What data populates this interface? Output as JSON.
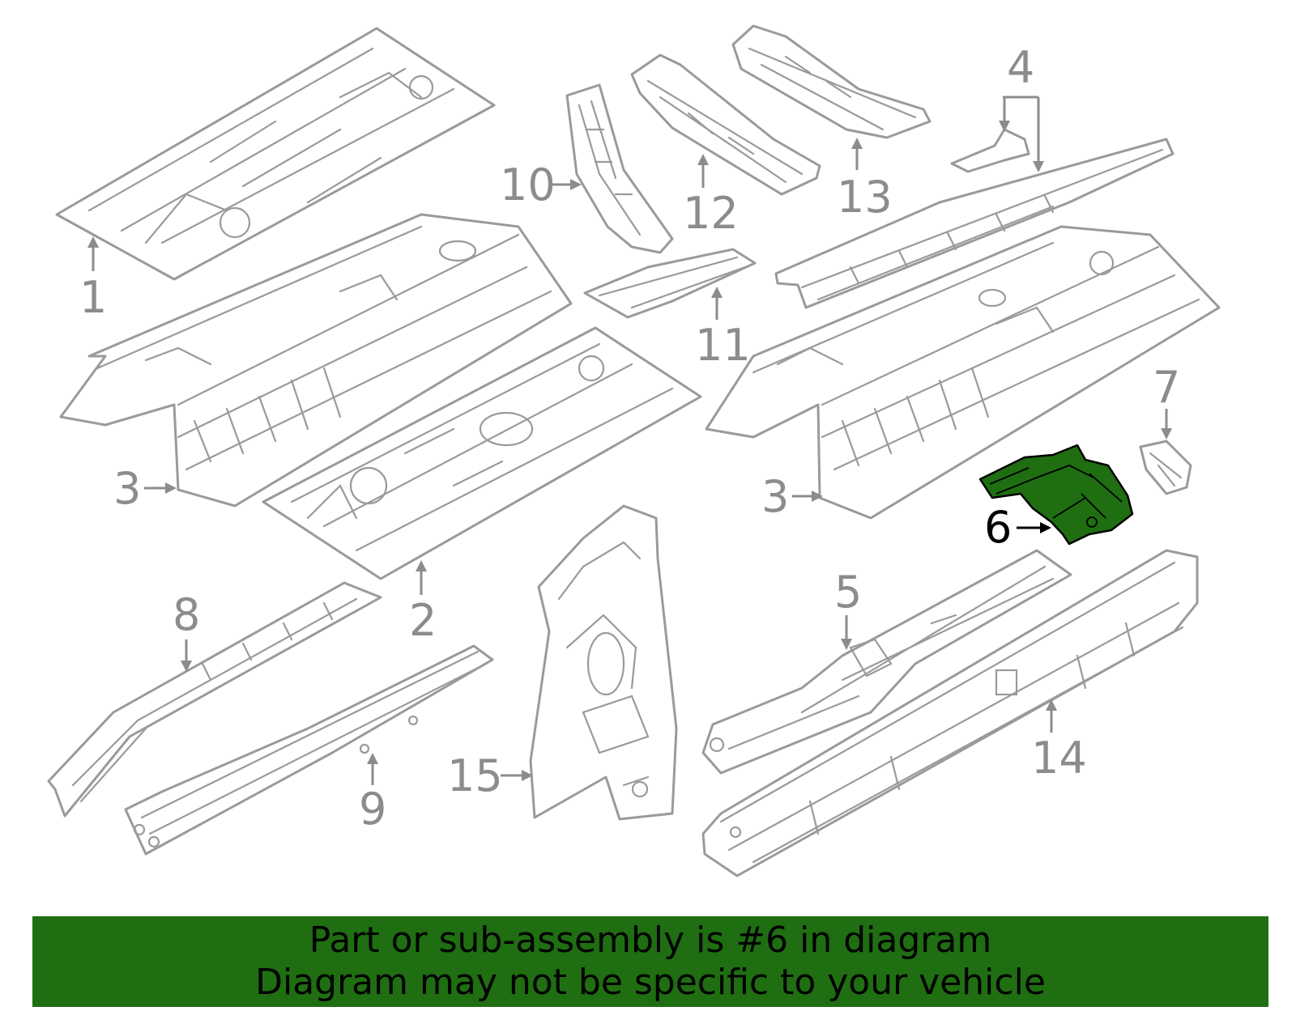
{
  "diagram": {
    "highlighted_part": "6",
    "highlight_color": "#1f6e12",
    "part_color": "#9a9a9a",
    "callouts": [
      {
        "id": "c1",
        "label": "1"
      },
      {
        "id": "c2",
        "label": "2"
      },
      {
        "id": "c3a",
        "label": "3"
      },
      {
        "id": "c3b",
        "label": "3"
      },
      {
        "id": "c4",
        "label": "4"
      },
      {
        "id": "c5",
        "label": "5"
      },
      {
        "id": "c6",
        "label": "6"
      },
      {
        "id": "c7",
        "label": "7"
      },
      {
        "id": "c8",
        "label": "8"
      },
      {
        "id": "c9",
        "label": "9"
      },
      {
        "id": "c10",
        "label": "10"
      },
      {
        "id": "c11",
        "label": "11"
      },
      {
        "id": "c12",
        "label": "12"
      },
      {
        "id": "c13",
        "label": "13"
      },
      {
        "id": "c14",
        "label": "14"
      },
      {
        "id": "c15",
        "label": "15"
      }
    ]
  },
  "banner": {
    "line1": "Part or sub-assembly is #6 in diagram",
    "line2": "Diagram may not be specific to your vehicle",
    "background": "#1f6e12"
  }
}
